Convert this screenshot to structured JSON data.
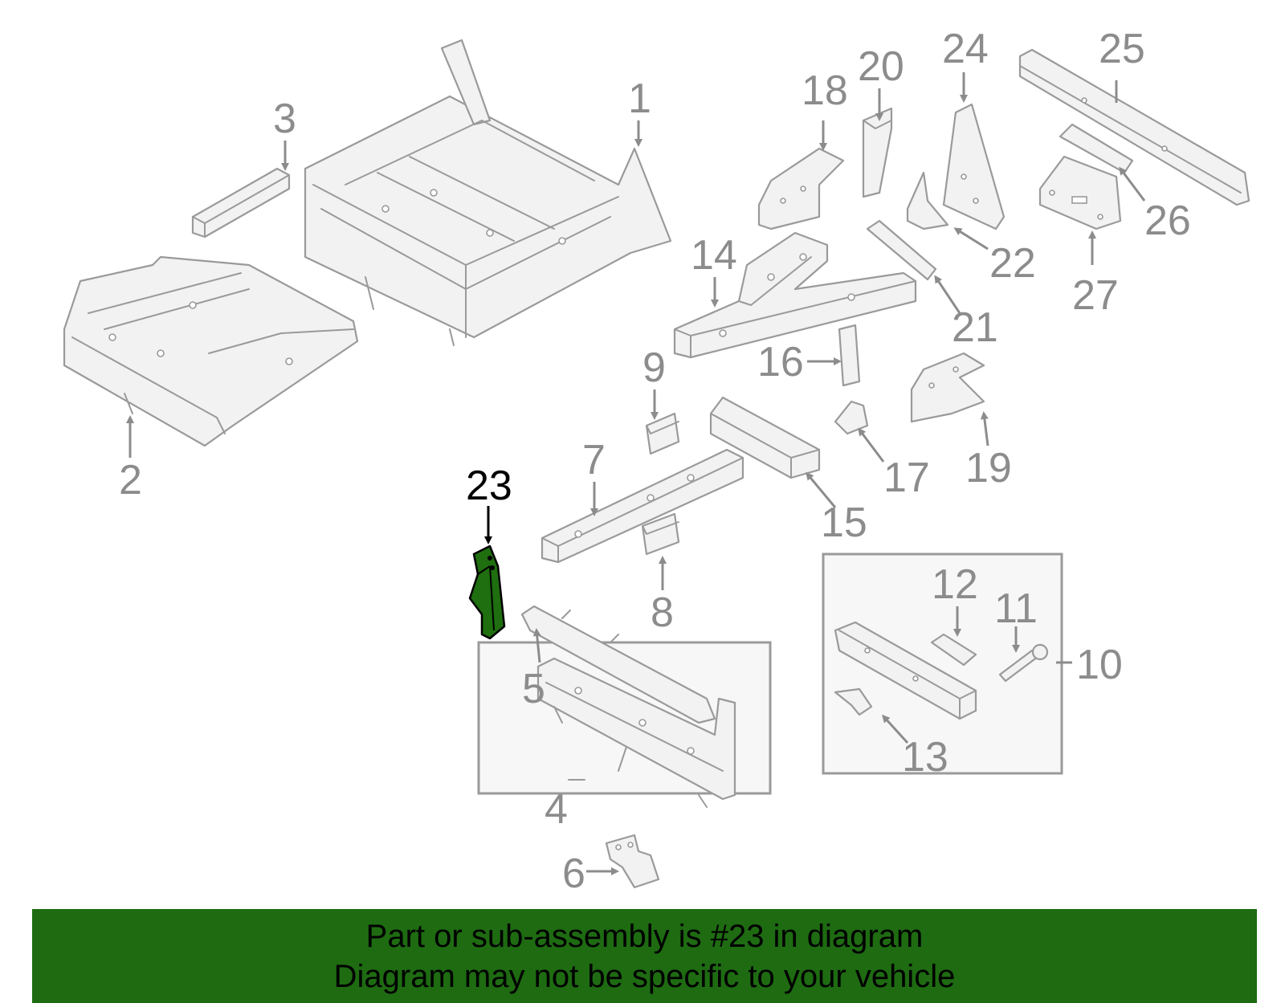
{
  "callouts": {
    "c1": "1",
    "c2": "2",
    "c3": "3",
    "c4": "4",
    "c5": "5",
    "c6": "6",
    "c7": "7",
    "c8": "8",
    "c9": "9",
    "c10": "10",
    "c11": "11",
    "c12": "12",
    "c13": "13",
    "c14": "14",
    "c15": "15",
    "c16": "16",
    "c17": "17",
    "c18": "18",
    "c19": "19",
    "c20": "20",
    "c21": "21",
    "c22": "22",
    "c23": "23",
    "c24": "24",
    "c25": "25",
    "c26": "26",
    "c27": "27"
  },
  "highlighted_part": "23",
  "colors": {
    "highlight": "#1f6e0f",
    "footer_bg": "#1e6b12",
    "part_stroke": "#9a9a9a",
    "label": "#8c8c8c"
  },
  "footer": {
    "line1": "Part or sub-assembly is #23 in diagram",
    "line2": "Diagram may not be specific to your vehicle"
  }
}
